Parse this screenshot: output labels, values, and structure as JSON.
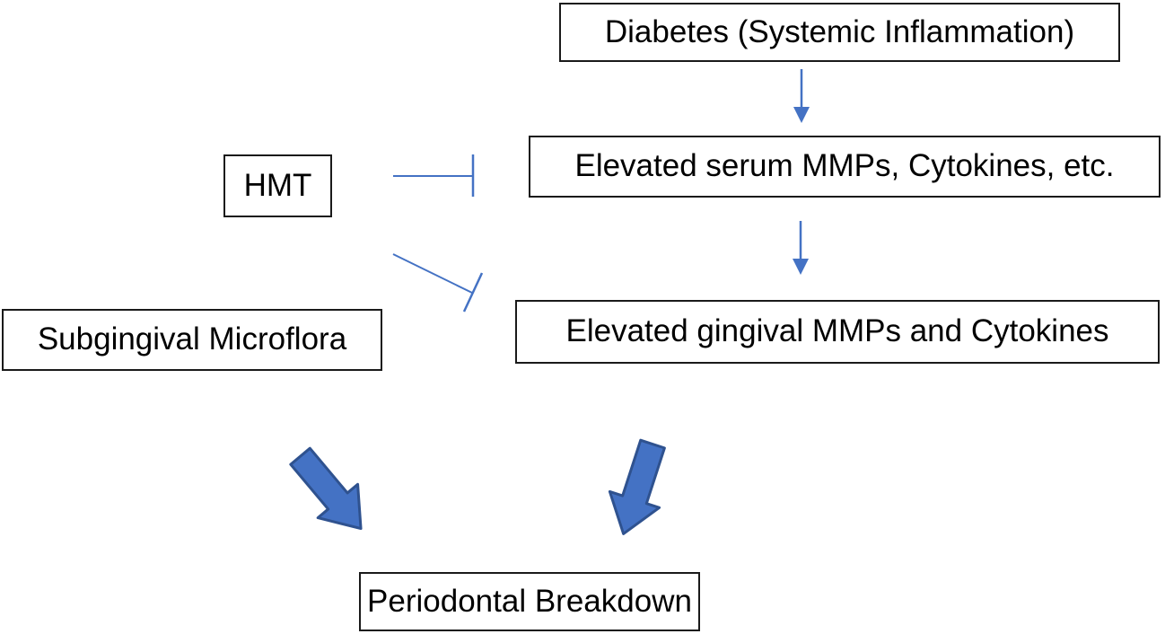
{
  "diagram": {
    "nodes": {
      "diabetes": {
        "label": "Diabetes (Systemic Inflammation)"
      },
      "serum": {
        "label": "Elevated serum MMPs, Cytokines, etc."
      },
      "hmt": {
        "label": "HMT"
      },
      "gingival": {
        "label": "Elevated gingival MMPs and Cytokines"
      },
      "subgingival": {
        "label": "Subgingival Microflora"
      },
      "periodontal": {
        "label": "Periodontal Breakdown"
      }
    },
    "edges": [
      {
        "from": "diabetes",
        "to": "serum",
        "type": "arrow"
      },
      {
        "from": "serum",
        "to": "gingival",
        "type": "arrow"
      },
      {
        "from": "hmt",
        "to": "serum",
        "type": "inhibition"
      },
      {
        "from": "hmt",
        "to": "gingival",
        "type": "inhibition"
      },
      {
        "from": "subgingival",
        "to": "periodontal",
        "type": "block-arrow"
      },
      {
        "from": "gingival",
        "to": "periodontal",
        "type": "block-arrow"
      }
    ],
    "colors": {
      "connector": "#4472C4",
      "block_arrow_fill": "#4472C4",
      "block_arrow_stroke": "#2F528F",
      "box_border": "#1a1a1a",
      "text": "#000000",
      "background": "#FFFFFF"
    }
  }
}
